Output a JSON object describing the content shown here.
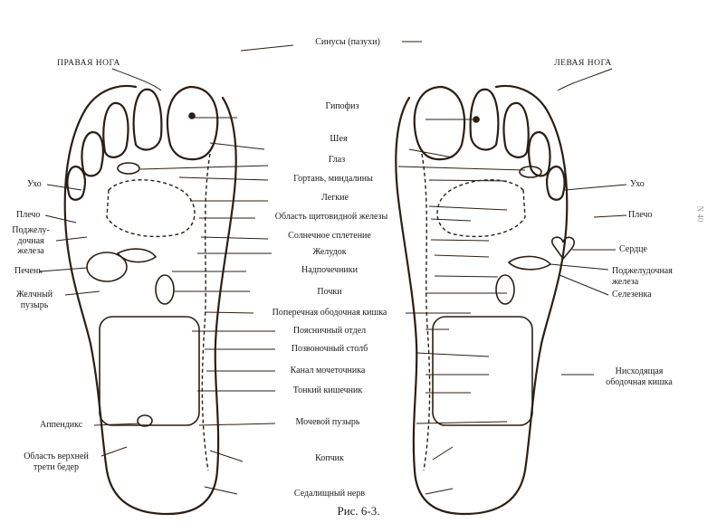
{
  "figure": {
    "caption": "Рис. 6-3.",
    "right_foot_title": "ПРАВАЯ НОГА",
    "left_foot_title": "ЛЕВАЯ НОГА",
    "center_labels": [
      "Синусы (пазухи)",
      "Гипофиз",
      "Шея",
      "Глаз",
      "Гортань, миндалины",
      "Легкие",
      "Область щитовидной железы",
      "Солнечное сплетение",
      "Желудок",
      "Надпочечники",
      "Почки",
      "Поперечная ободочная кишка",
      "Поясничный отдел",
      "Позвоночный столб",
      "Канал мочеточника",
      "Тонкий кишечник",
      "Мочевой пузырь",
      "Копчик",
      "Седалищный нерв"
    ],
    "right_foot_labels": [
      "Ухо",
      "Плечо",
      "Поджелу-\nдочная\nжелеза",
      "Печень",
      "Желчный\nпузырь",
      "Аппендикс",
      "Область верхней\nтрети бедер"
    ],
    "left_foot_labels": [
      "Ухо",
      "Плечо",
      "Сердце",
      "Поджелудочная\nжелеза",
      "Селезенка",
      "Нисходящая\nободочная кишка"
    ],
    "edge_mark": "N 40"
  },
  "colors": {
    "ink": "#2b1f14",
    "paper": "#ffffff"
  }
}
